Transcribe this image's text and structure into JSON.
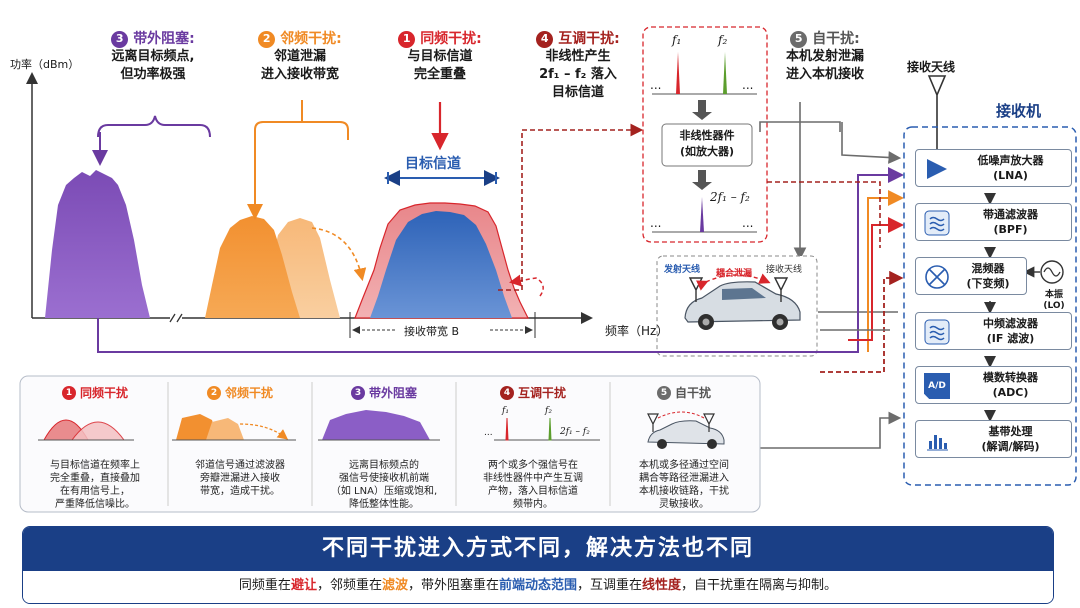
{
  "axis": {
    "y_label": "功率（dBm）",
    "x_label": "频率（Hz）",
    "bandwidth_label": "接收带宽 B"
  },
  "colors": {
    "purple": "#6a3aa0",
    "orange": "#f08a24",
    "red": "#d8262c",
    "darkred": "#a4221f",
    "gray": "#6c6c6c",
    "blue": "#2a5db0",
    "navy": "#1a3f86"
  },
  "headers": {
    "h3": {
      "num": "3",
      "title": "带外阻塞:",
      "desc1": "远离目标频点,",
      "desc2": "但功率极强"
    },
    "h2": {
      "num": "2",
      "title": "邻频干扰:",
      "desc1": "邻道泄漏",
      "desc2": "进入接收带宽"
    },
    "h1": {
      "num": "1",
      "title": "同频干扰:",
      "desc1": "与目标信道",
      "desc2": "完全重叠"
    },
    "h4": {
      "num": "4",
      "title": "互调干扰:",
      "desc1": "非线性产生",
      "desc2": "2f₁ – f₂ 落入",
      "desc3": "目标信道"
    },
    "h5": {
      "num": "5",
      "title": "自干扰:",
      "desc1": "本机发射泄漏",
      "desc2": "进入本机接收"
    }
  },
  "target_channel": "目标信道",
  "intermod_box": {
    "f1": "f₁",
    "f2": "f₂",
    "dots": "...",
    "device": "非线性器件",
    "device_sub": "(如放大器)",
    "product": "2f₁ – f₂"
  },
  "car_box": {
    "tx": "发射天线",
    "coupling": "耦合泄漏",
    "rx": "接收天线"
  },
  "antenna_label": "接收天线",
  "receiver": {
    "title": "接收机",
    "modules": [
      {
        "name": "低噪声放大器",
        "sub": "(LNA)",
        "icon": "amplifier-icon"
      },
      {
        "name": "带通滤波器",
        "sub": "(BPF)",
        "icon": "filter-icon"
      },
      {
        "name": "混频器",
        "sub": "(下变频)",
        "icon": "mixer-icon"
      },
      {
        "name": "中频滤波器",
        "sub": "(IF 滤波)",
        "icon": "filter-icon"
      },
      {
        "name": "模数转换器",
        "sub": "(ADC)",
        "icon": "adc-icon"
      },
      {
        "name": "基带处理",
        "sub": "(解调/解码)",
        "icon": "baseband-icon"
      }
    ],
    "lo_label1": "本振",
    "lo_label2": "(LO)",
    "adc_icon_text": "A/D"
  },
  "cards": [
    {
      "num": "1",
      "title": "同频干扰",
      "desc": [
        "与目标信道在频率上",
        "完全重叠，直接叠加",
        "在有用信号上，",
        "严重降低信噪比。"
      ]
    },
    {
      "num": "2",
      "title": "邻频干扰",
      "desc": [
        "邻道信号通过滤波器",
        "旁瓣泄漏进入接收",
        "带宽，造成干扰。"
      ]
    },
    {
      "num": "3",
      "title": "带外阻塞",
      "desc": [
        "远离目标频点的",
        "强信号使接收机前端",
        "（如 LNA）压缩或饱和,",
        "降低整体性能。"
      ]
    },
    {
      "num": "4",
      "title": "互调干扰",
      "desc": [
        "两个或多个强信号在",
        "非线性器件中产生互调",
        "产物，落入目标信道",
        "频带内。"
      ],
      "f1": "f₁",
      "f2": "f₂",
      "prod": "2f₁ – f₂",
      "dots": "..."
    },
    {
      "num": "5",
      "title": "自干扰",
      "desc": [
        "本机或多径通过空间",
        "耦合等路径泄漏进入",
        "本机接收链路，干扰",
        "灵敏接收。"
      ]
    }
  ],
  "banner": {
    "title": "不同干扰进入方式不同，解决方法也不同",
    "parts": [
      {
        "text": "同频重在",
        "hl": false
      },
      {
        "text": "避让",
        "hl": true,
        "color": "#d8262c"
      },
      {
        "text": "，邻频重在",
        "hl": false
      },
      {
        "text": "滤波",
        "hl": true,
        "color": "#f08a24"
      },
      {
        "text": "，带外阻塞重在",
        "hl": false
      },
      {
        "text": "前端动态范围",
        "hl": true,
        "color": "#2a5db0"
      },
      {
        "text": "，互调重在",
        "hl": false
      },
      {
        "text": "线性度",
        "hl": true,
        "color": "#a4221f"
      },
      {
        "text": "，自干扰重在隔离与抑制。",
        "hl": false
      }
    ]
  }
}
